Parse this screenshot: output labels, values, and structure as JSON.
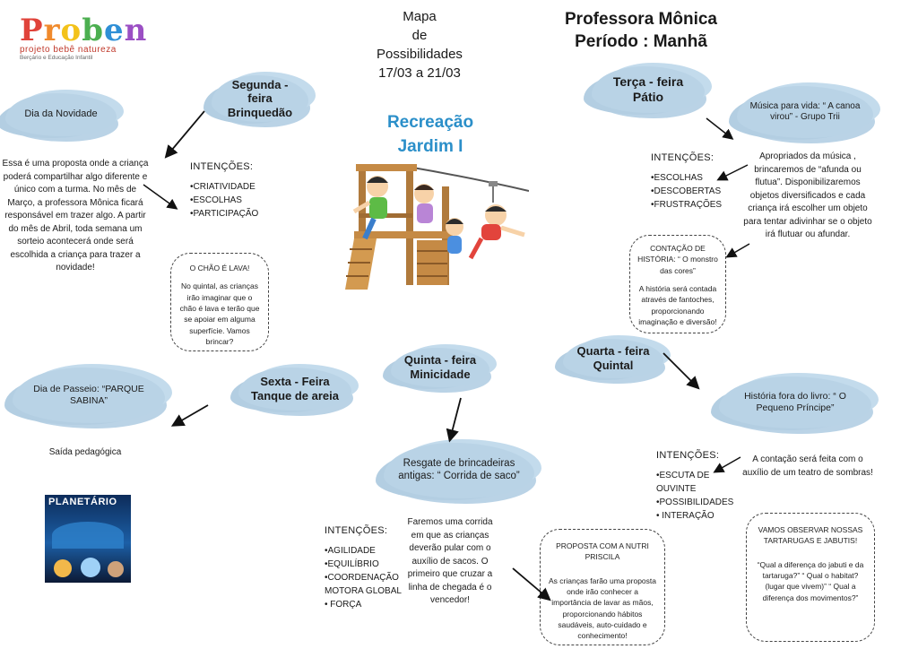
{
  "logo": {
    "letters": [
      "P",
      "r",
      "o",
      "b",
      "e",
      "n"
    ],
    "letter_colors": [
      "#e0433a",
      "#f08a2c",
      "#f3c21a",
      "#4caf50",
      "#2f8fd6",
      "#9b4fc4"
    ],
    "tagline": "projeto bebê natureza",
    "subtagline": "Berçário e Educação Infantil"
  },
  "header": {
    "map_line1": "Mapa",
    "map_line2": "de",
    "map_line3": "Possibilidades",
    "dates": "17/03 a 21/03",
    "teacher": "Professora Mônica",
    "period": "Período : Manhã",
    "group_line1": "Recreação",
    "group_line2": "Jardim I"
  },
  "monday": {
    "day": "Segunda -feira",
    "place": "Brinquedão",
    "activity": "Dia da Novidade",
    "description": "Essa é uma proposta onde a criança poderá compartilhar algo diferente e único com a turma. No mês de Março, a professora Mônica ficará responsável em trazer algo. A partir do mês de Abril, toda semana um sorteio  acontecerá onde será escolhida a criança para trazer a novidade!",
    "intentions_title": "INTENÇÕES:",
    "intentions": [
      "•CRIATIVIDADE",
      "•ESCOLHAS",
      "•PARTICIPAÇÃO"
    ],
    "extra_title": "O CHÃO É LAVA!",
    "extra_text": "No quintal, as crianças irão imaginar que o chão é lava e terão que se apoiar em alguma superfície. Vamos brincar?"
  },
  "tuesday": {
    "day": "Terça - feira",
    "place": "Pátio",
    "activity": "Música para vida: “ A canoa virou” - Grupo Trii",
    "description": "Apropriados da música , brincaremos de “afunda ou flutua”. Disponibilizaremos objetos diversificados e cada criança irá escolher um objeto para tentar adivinhar se o objeto irá flutuar ou afundar.",
    "intentions_title": "INTENÇÕES:",
    "intentions": [
      "•ESCOLHAS",
      "•DESCOBERTAS",
      "•FRUSTRAÇÕES"
    ],
    "extra_title": "CONTAÇÃO DE HISTÓRIA: “ O monstro das cores”",
    "extra_text": "A história será contada através de fantoches, proporcionando imaginação e diversão!"
  },
  "wednesday": {
    "day": "Quarta - feira",
    "place": "Quintal",
    "activity": "História fora do livro: “ O Pequeno Príncipe”",
    "description": "A contação será feita com o auxílio de um teatro de sombras!",
    "intentions_title": "INTENÇÕES:",
    "intentions": [
      "•ESCUTA DE OUVINTE",
      "•POSSIBILIDADES",
      "• INTERAÇÃO"
    ],
    "extra_title": "VAMOS OBSERVAR NOSSAS TARTARUGAS E JABUTIS!",
    "extra_text": "“Qual a diferença do jabuti e da tartaruga?” “ Qual o habitat? (lugar que vivem)” “ Qual a diferença dos movimentos?”"
  },
  "thursday": {
    "day": "Quinta - feira",
    "place": "Minicidade",
    "activity": "Resgate de brincadeiras antigas: “ Corrida de saco”",
    "description": "Faremos uma corrida em que as crianças deverão pular com o auxílio de sacos. O primeiro que cruzar a linha de chegada é o vencedor!",
    "intentions_title": "INTENÇÕES:",
    "intentions": [
      "•AGILIDADE",
      "•EQUILÍBRIO",
      "•COORDENAÇÃO MOTORA GLOBAL",
      "• FORÇA"
    ],
    "extra_title": "PROPOSTA COM A NUTRI PRISCILA",
    "extra_text": "As crianças farão uma proposta onde irão conhecer a importância de lavar as mãos, proporcionando hábitos saudáveis, auto-cuidado e conhecimento!"
  },
  "friday": {
    "day": "Sexta - Feira",
    "place": "Tanque de areia",
    "activity": "Dia de Passeio: “PARQUE SABINA”",
    "note": "Saída pedagógica",
    "photo_caption": "PLANETÁRIO"
  },
  "colors": {
    "cloud": "#b9d3e6",
    "title_blue": "#2b8fc9"
  }
}
